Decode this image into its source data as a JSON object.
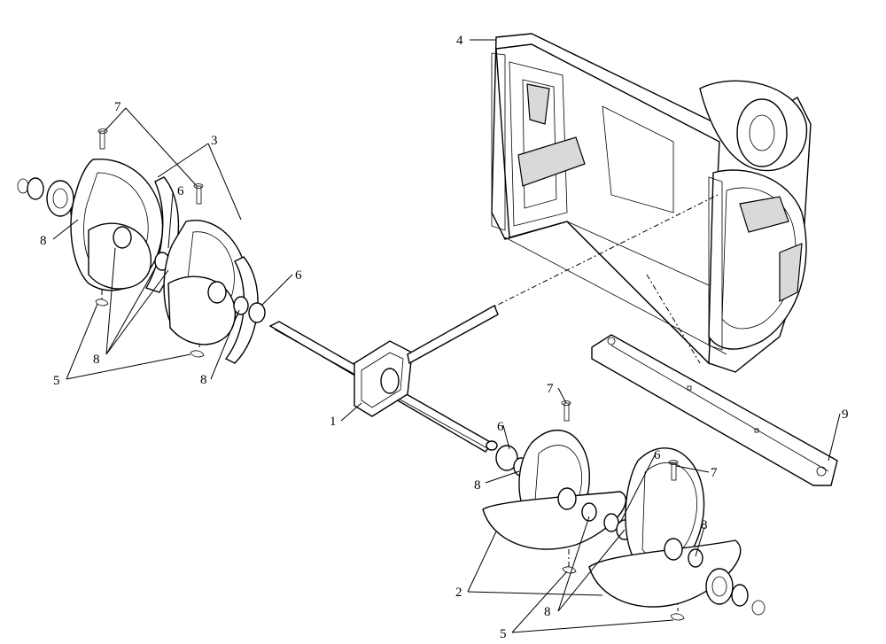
{
  "diagram": {
    "callouts": [
      {
        "id": "c1",
        "text": "1"
      },
      {
        "id": "c2",
        "text": "2"
      },
      {
        "id": "c3",
        "text": "3"
      },
      {
        "id": "c4",
        "text": "4"
      },
      {
        "id": "c5a",
        "text": "5"
      },
      {
        "id": "c5b",
        "text": "5"
      },
      {
        "id": "c6a",
        "text": "6"
      },
      {
        "id": "c6b",
        "text": "6"
      },
      {
        "id": "c6c",
        "text": "6"
      },
      {
        "id": "c6d",
        "text": "6"
      },
      {
        "id": "c7a",
        "text": "7"
      },
      {
        "id": "c7b",
        "text": "7"
      },
      {
        "id": "c7c",
        "text": "7"
      },
      {
        "id": "c8a",
        "text": "8"
      },
      {
        "id": "c8b",
        "text": "8"
      },
      {
        "id": "c8c",
        "text": "8"
      },
      {
        "id": "c8d",
        "text": "8"
      },
      {
        "id": "c8e",
        "text": "8"
      },
      {
        "id": "c8f",
        "text": "8"
      },
      {
        "id": "c9",
        "text": "9"
      }
    ]
  }
}
